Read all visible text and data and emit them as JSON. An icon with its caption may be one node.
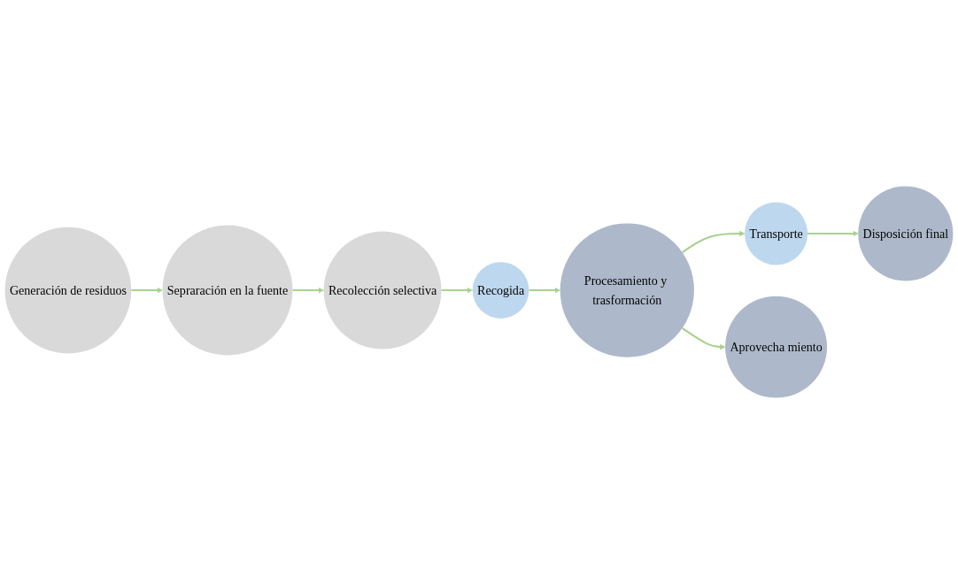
{
  "diagram": {
    "nodes": [
      {
        "text": [
          "Generación de residuos"
        ]
      },
      {
        "text": [
          "Sepraración en la fuente"
        ]
      },
      {
        "text": [
          "Recolección selectiva"
        ]
      },
      {
        "text": [
          "Recogida"
        ]
      },
      {
        "text": [
          "Procesamiento y trasformación"
        ]
      },
      {
        "text": [
          "Transporte"
        ]
      },
      {
        "text": [
          "Disposición final"
        ]
      },
      {
        "text": [
          "Aprovecha miento"
        ]
      }
    ],
    "edges": [
      {
        "from": 0,
        "to": 1,
        "arrow": "to",
        "color": "#a9d18e"
      },
      {
        "from": 1,
        "to": 2,
        "arrow": "to",
        "color": "#a9d18e"
      },
      {
        "from": 2,
        "to": 3,
        "arrow": "to",
        "color": "#a9d18e"
      },
      {
        "from": 3,
        "to": 4,
        "arrow": "to",
        "color": "#a9d18e"
      },
      {
        "from": 4,
        "to": 5,
        "arrow": "to",
        "color": "#a9d18e"
      },
      {
        "from": 5,
        "to": 6,
        "arrow": "to",
        "color": "#a9d18e"
      },
      {
        "from": 4,
        "to": 7,
        "arrow": "to",
        "color": "#a9d18e"
      }
    ]
  }
}
